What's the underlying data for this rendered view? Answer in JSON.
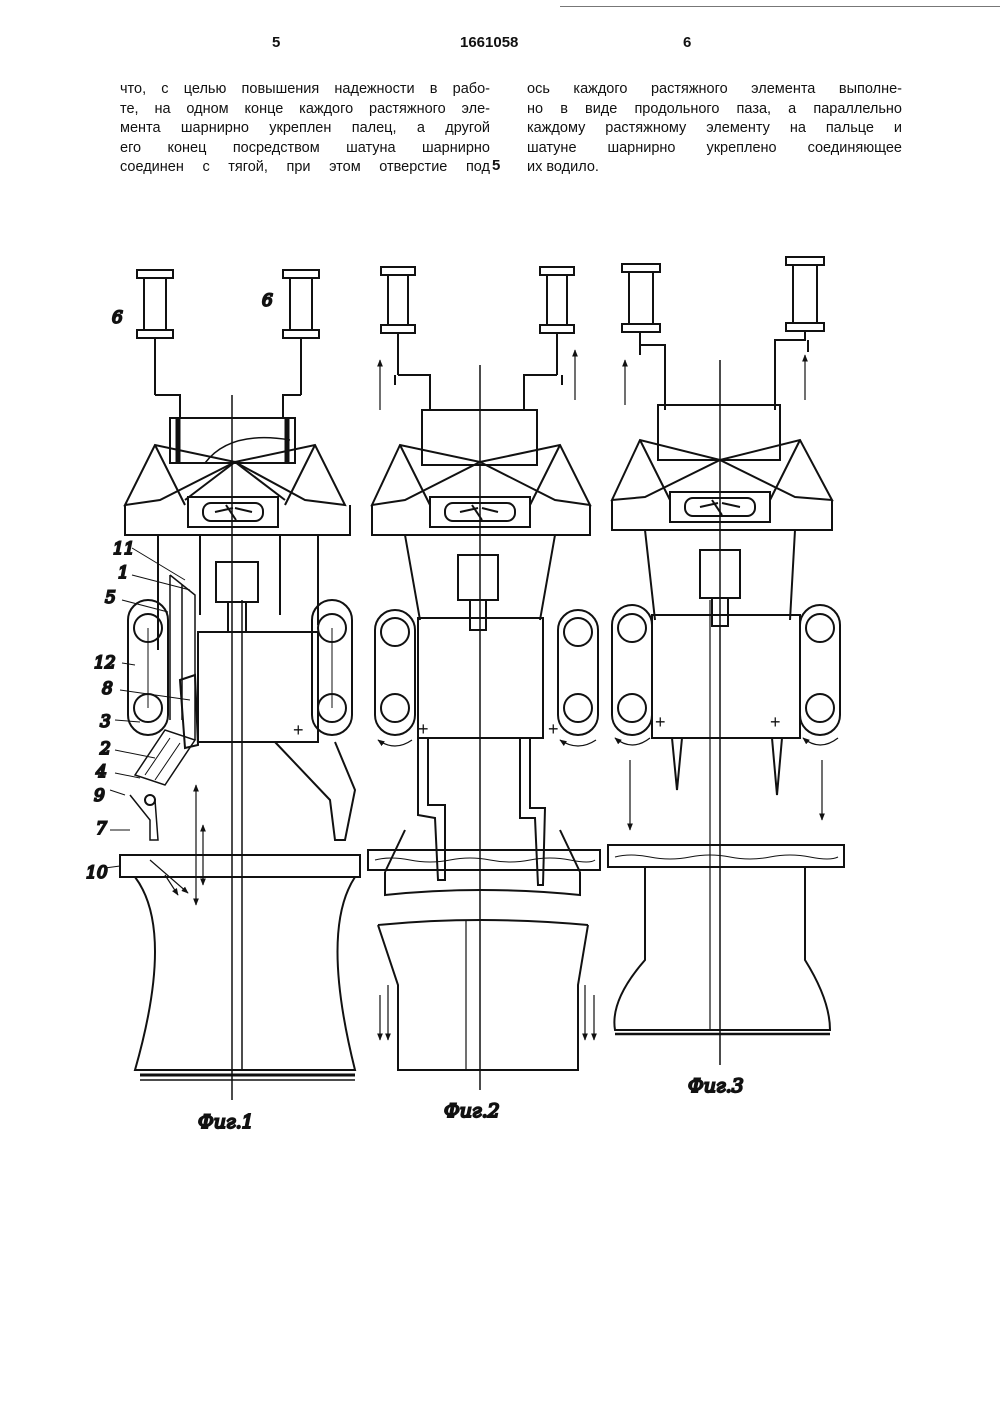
{
  "header": {
    "page_left": "5",
    "patent_number": "1661058",
    "page_right": "6"
  },
  "line_marker": "5",
  "text_left": [
    "что, с целью повышения надежности в рабо-",
    "те, на одном конце каждого растяжного эле-",
    "мента шарнирно укреплен палец, а другой",
    "его конец посредством шатуна шарнирно",
    "соединен с тягой, при этом отверстие под"
  ],
  "text_right": [
    "ось каждого растяжного элемента выполне-",
    "но в виде продольного паза, а параллельно",
    "каждому растяжному элементу на пальце и",
    "шатуне шарнирно укреплено соединяющее",
    "их водило."
  ],
  "figure_labels": {
    "l6a": "6",
    "l6b": "6",
    "l11": "11",
    "l1": "1",
    "l5": "5",
    "l12": "12",
    "l8": "8",
    "l3": "3",
    "l2": "2",
    "l4": "4",
    "l9": "9",
    "l7": "7",
    "l10": "10"
  },
  "captions": {
    "fig1": "Фиг.1",
    "fig2": "Фиг.2",
    "fig3": "Фиг.3"
  }
}
